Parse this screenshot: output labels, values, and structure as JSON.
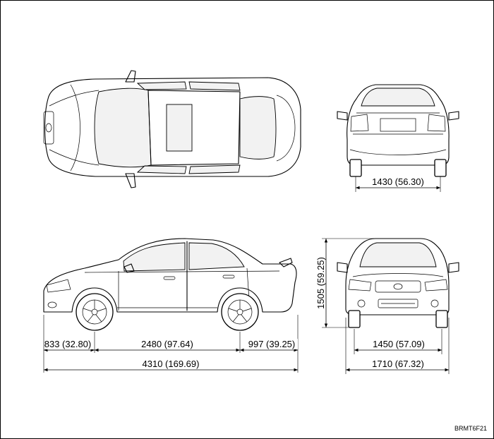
{
  "diagram": {
    "dimensions": {
      "rear_track": "1430 (56.30)",
      "front_overhang": "833 (32.80)",
      "wheelbase": "2480 (97.64)",
      "rear_overhang": "997 (39.25)",
      "overall_length": "4310 (169.69)",
      "overall_height": "1505 (59.25)",
      "front_track": "1450 (57.09)",
      "overall_width": "1710 (67.32)"
    },
    "reference_code": "BRMT6F21"
  }
}
